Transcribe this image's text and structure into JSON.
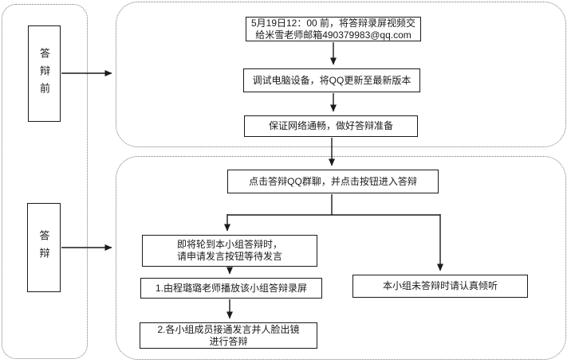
{
  "diagram": {
    "stages": [
      {
        "label": "答辩前"
      },
      {
        "label": "答辩"
      }
    ],
    "pre": {
      "steps": [
        {
          "text": "5月19日12：00 前，将答辩录屏视频交\n给米雪老师邮箱490379983@qq.com"
        },
        {
          "text": "调试电脑设备，将QQ更新至最新版本"
        },
        {
          "text": "保证网络通畅，做好答辩准备"
        }
      ]
    },
    "main": {
      "entry": {
        "text": "点击答辩QQ群聊，并点击按钮进入答辩"
      },
      "left_branch": [
        {
          "text": "即将轮到本小组答辩时，\n请申请发言按钮等待发言"
        },
        {
          "text": "1.由程璐璐老师播放该小组答辩录屏"
        },
        {
          "text": "2.各小组成员接通发言并人脸出镜\n进行答辩"
        }
      ],
      "right_branch": {
        "text": "本小组未答辩时请认真倾听"
      }
    },
    "colors": {
      "line": "#1a1a1a",
      "dotted_border": "#777777",
      "background": "#ffffff"
    }
  }
}
